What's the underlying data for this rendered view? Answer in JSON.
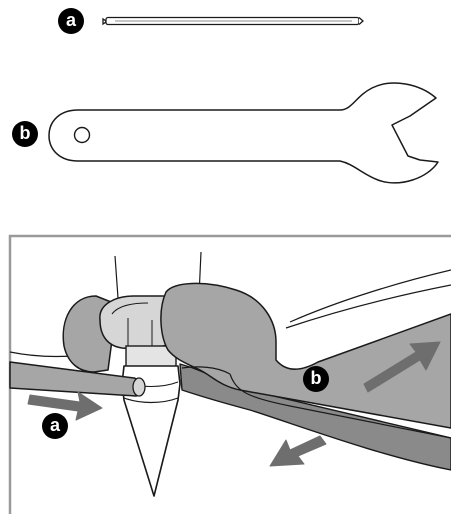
{
  "parts": [
    {
      "id": "a",
      "label": "a",
      "name": "pin"
    },
    {
      "id": "b",
      "label": "b",
      "name": "open-end-wrench"
    }
  ],
  "detail_callouts": {
    "pin_label": "a",
    "wrench_label": "b"
  },
  "colors": {
    "line": "#1a1a1a",
    "frame": "#9a9a9a",
    "wrench_fill": "#a6a6a6",
    "arrow_fill": "#6e6e6e",
    "nut_fill": "#d6d6d6"
  }
}
